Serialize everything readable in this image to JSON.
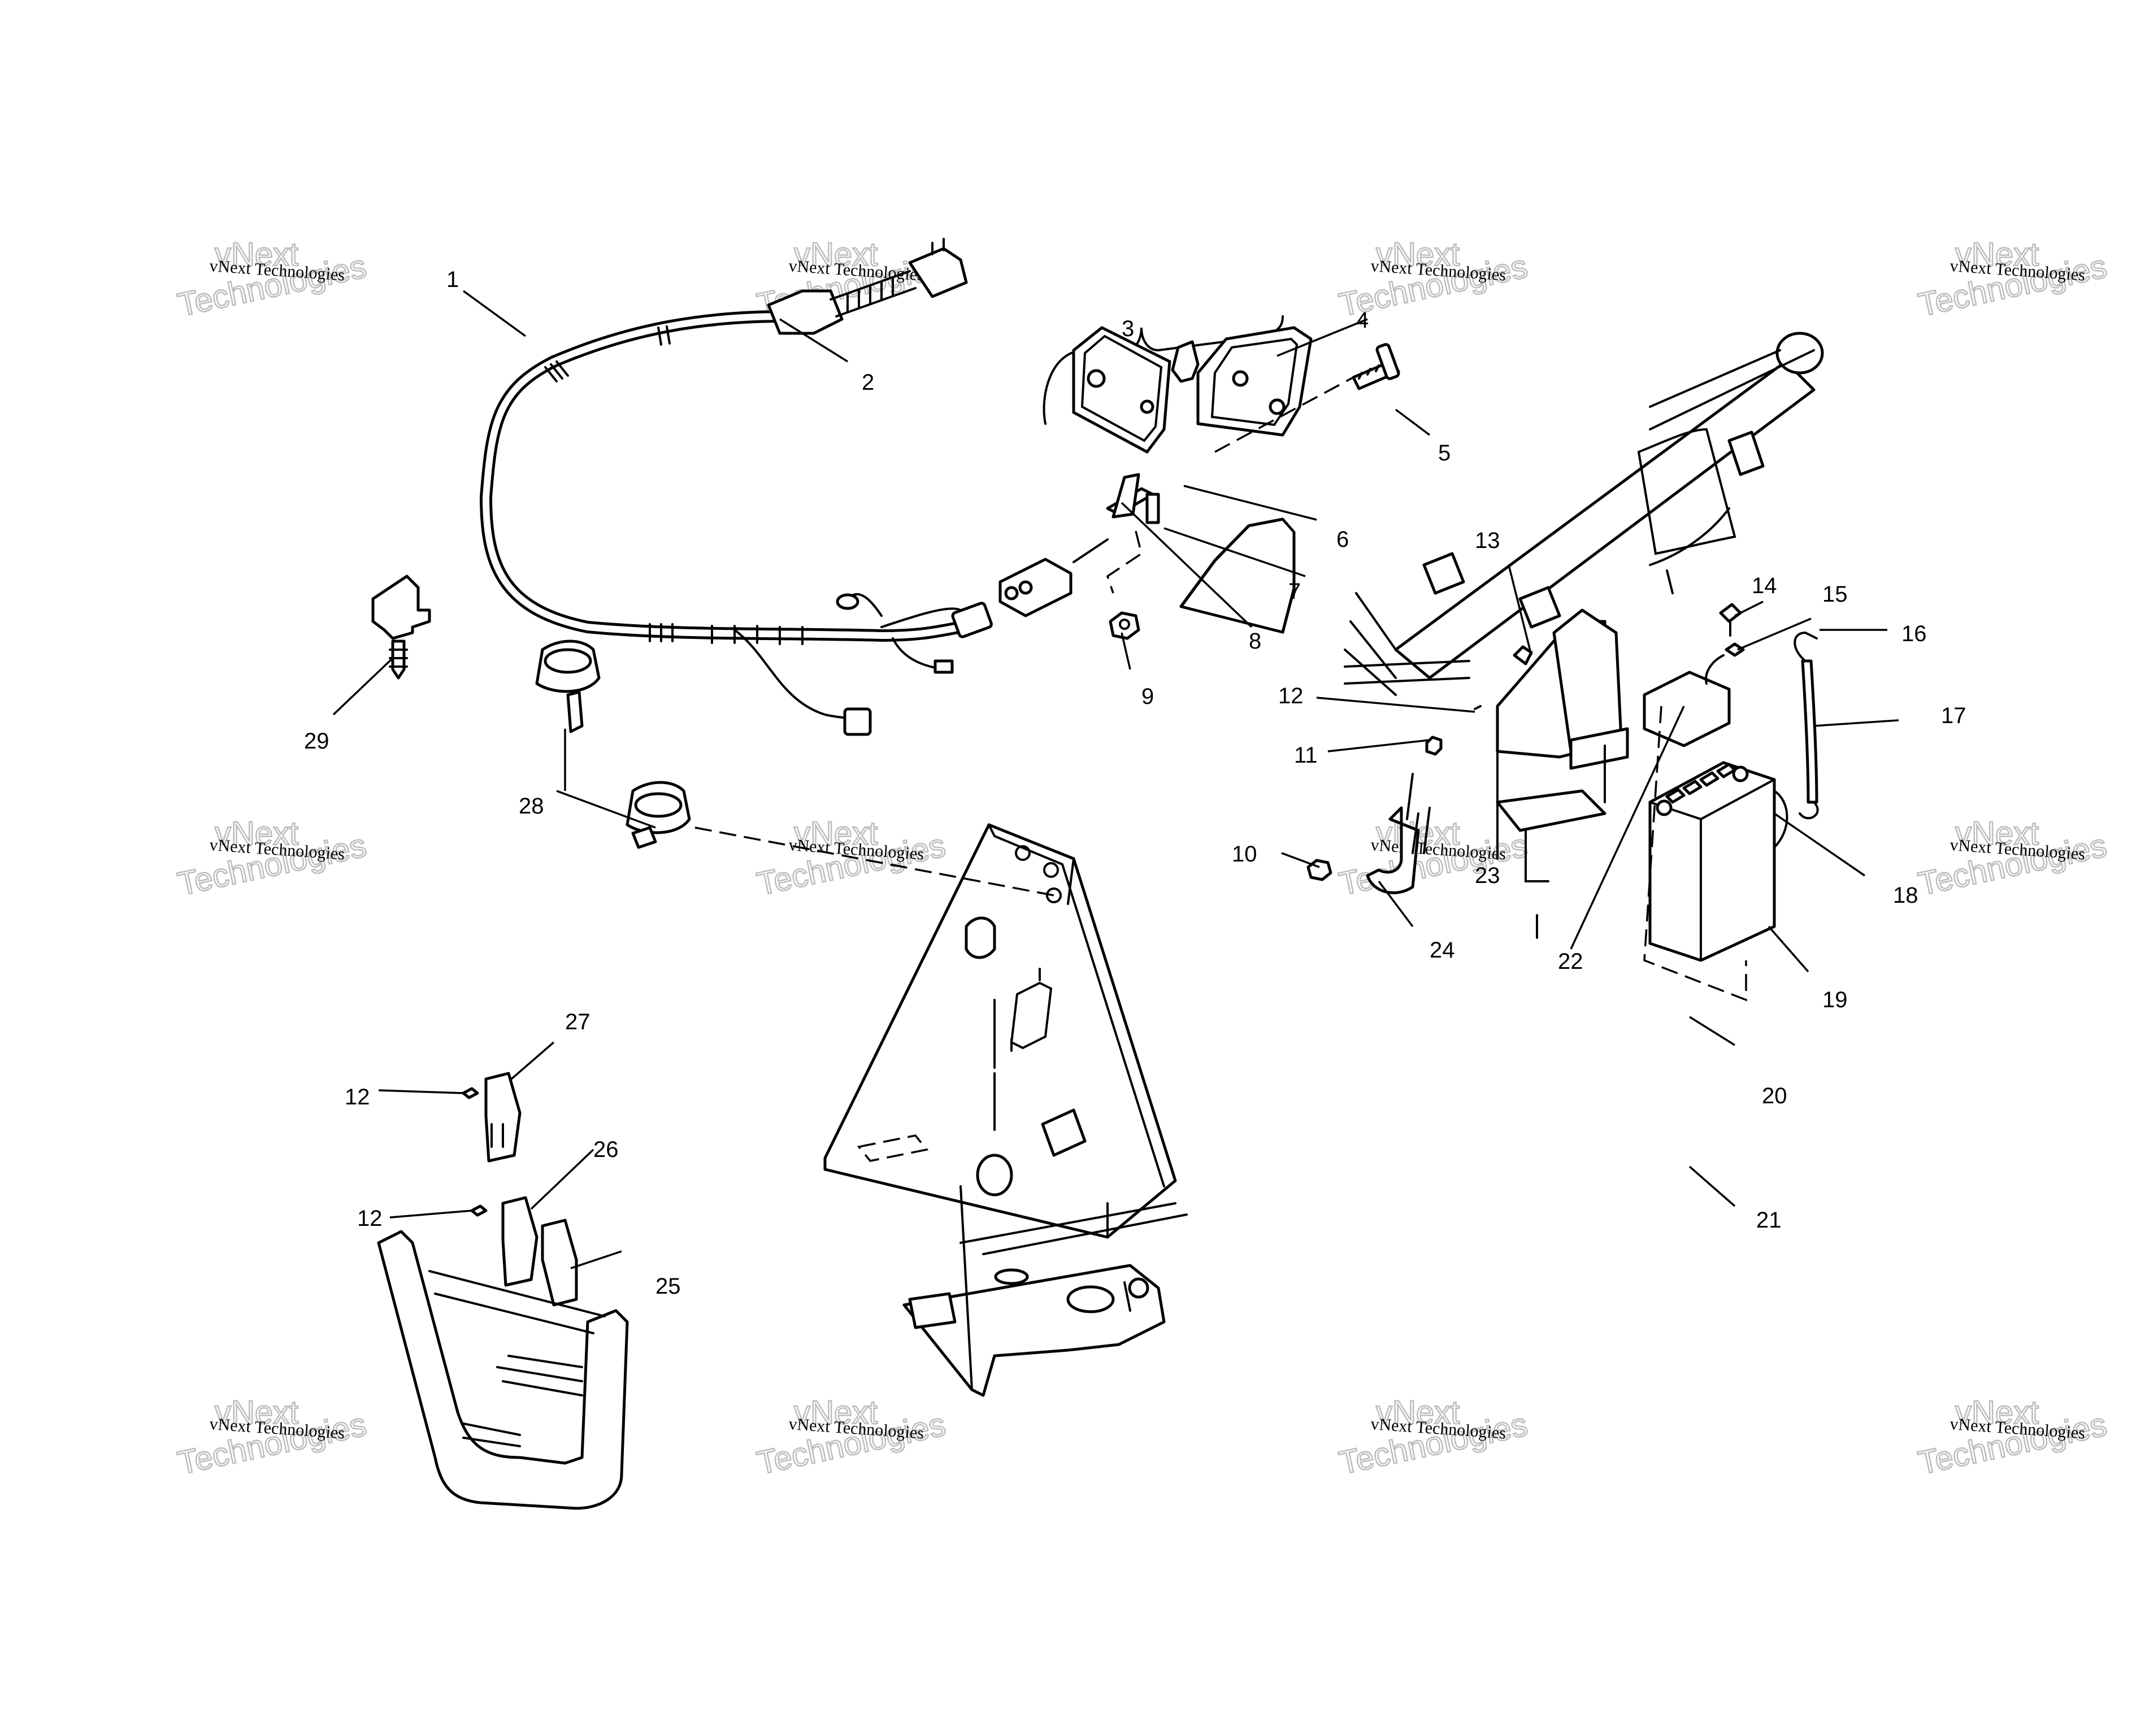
{
  "callouts": {
    "c1": "1",
    "c2": "2",
    "c3": "3",
    "c4": "4",
    "c5": "5",
    "c6": "6",
    "c7": "7",
    "c8": "8",
    "c9": "9",
    "c10": "10",
    "c11": "11",
    "c12a": "12",
    "c12b": "12",
    "c12c": "12",
    "c13": "13",
    "c14": "14",
    "c15": "15",
    "c16": "16",
    "c17": "17",
    "c18": "18",
    "c19": "19",
    "c20": "20",
    "c21": "21",
    "c22": "22",
    "c23": "23",
    "c24": "24",
    "c25": "25",
    "c26": "26",
    "c27": "27",
    "c28": "28",
    "c29": "29"
  },
  "watermark": {
    "small": "vNext Technologies",
    "large_top": "vNext",
    "large_bottom": "Technologies"
  }
}
